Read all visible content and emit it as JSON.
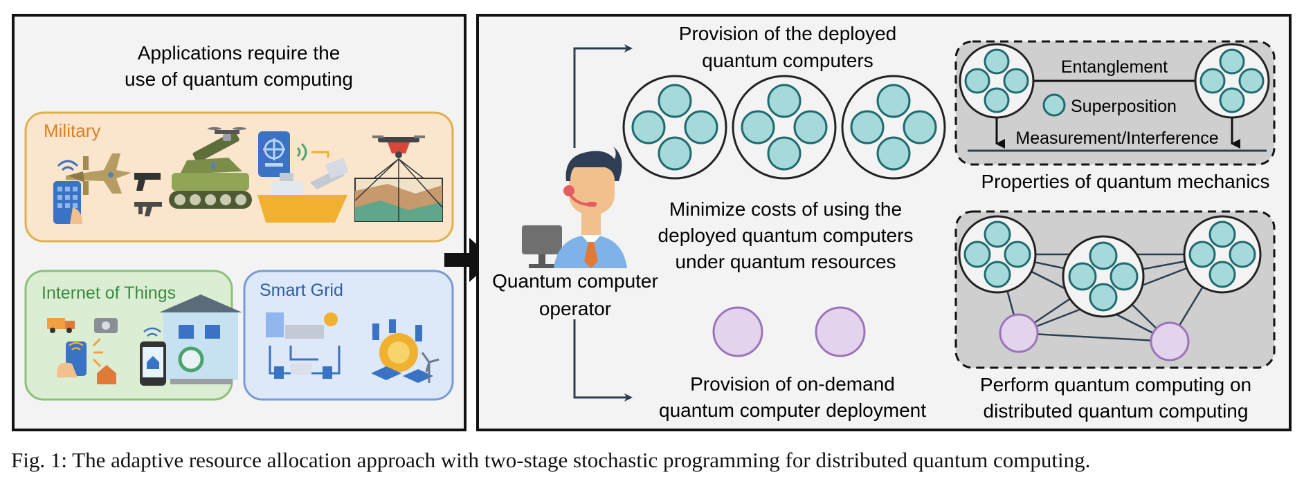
{
  "left_panel": {
    "title_line1": "Applications require the",
    "title_line2": "use of quantum computing",
    "military": {
      "label": "Military",
      "color": "#d98026",
      "box_fill": "#fbe5cc",
      "box_stroke": "#e0b049"
    },
    "iot": {
      "label": "Internet of Things",
      "color": "#3d8a40",
      "box_fill": "#dbeed3",
      "box_stroke": "#8cc07a"
    },
    "smart_grid": {
      "label": "Smart Grid",
      "color": "#2e5ea5",
      "box_fill": "#dde8f8",
      "box_stroke": "#7a9ad3"
    }
  },
  "right_panel": {
    "operator_line1": "Quantum computer",
    "operator_line2": "operator",
    "provision_deployed_line1": "Provision of the deployed",
    "provision_deployed_line2": "quantum computers",
    "minimize_line1": "Minimize costs of using the",
    "minimize_line2": "deployed quantum computers",
    "minimize_line3": "under quantum resources",
    "on_demand_line1": "Provision of on-demand",
    "on_demand_line2": "quantum computer deployment",
    "entanglement": "Entanglement",
    "superposition": "Superposition",
    "measurement": "Measurement/Interference",
    "properties_caption": "Properties of quantum mechanics",
    "distributed_line1": "Perform quantum computing on",
    "distributed_line2": "distributed quantum computing"
  },
  "icons": [
    "fighter-jet-icon",
    "pistol-icon",
    "rifle-icon",
    "tank-icon",
    "drone-icon",
    "radar-icon",
    "warship-icon",
    "tablet-icon",
    "terrain-map-icon",
    "smart-home-icon",
    "smartphone-icon",
    "camera-icon",
    "truck-icon",
    "house-icon",
    "factory-icon",
    "sun-icon",
    "wind-turbine-icon",
    "operator-avatar-icon",
    "monitor-icon",
    "arrow-right-icon"
  ],
  "colors": {
    "qubit_fill": "#a6d9da",
    "qubit_stroke": "#1f6a6f",
    "purple_fill": "#e4d3ec",
    "purple_stroke": "#9a74b8",
    "dashed_box_fill": "#cfcfcf",
    "arrow": "#2c3e50"
  },
  "caption": "Fig. 1: The adaptive resource allocation approach with two-stage stochastic programming for distributed quantum computing."
}
